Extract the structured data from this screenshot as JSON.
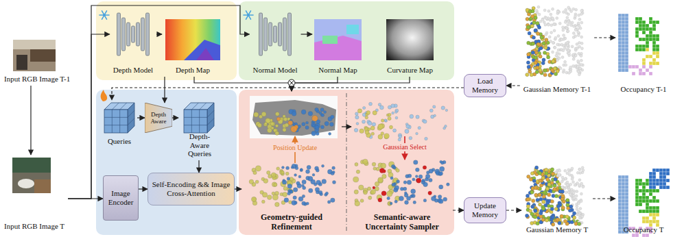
{
  "diagram": {
    "nodes": [
      {
        "text": [
          "Input RGB Image T-1"
        ]
      },
      {
        "text": [
          "Depth Model"
        ]
      },
      {
        "text": [
          "Depth Map"
        ]
      },
      {
        "text": [
          "Normal Model"
        ]
      },
      {
        "text": [
          "Normal Map"
        ]
      },
      {
        "text": [
          "Curvature Map"
        ]
      },
      {
        "text": [
          "Load Memory"
        ]
      },
      {
        "text": [
          "Gaussian Memory T-1"
        ]
      },
      {
        "text": [
          "Occupancy T-1"
        ]
      },
      {
        "text": [
          "Queries"
        ]
      },
      {
        "text": [
          "Depth Aware"
        ]
      },
      {
        "text": [
          "Depth-Aware Queries"
        ]
      },
      {
        "text": [
          "Input RGB Image T"
        ]
      },
      {
        "text": [
          "Image Encoder"
        ]
      },
      {
        "text": [
          "Self-Encoding && Image Cross-Attention"
        ]
      },
      {
        "text": [
          "Geometry-guided Refinement"
        ]
      },
      {
        "text": [
          "Semantic-aware Uncertainty Sampler"
        ]
      },
      {
        "text": [
          "Update Memory"
        ]
      },
      {
        "text": [
          "Gaussian Memory T"
        ]
      },
      {
        "text": [
          "Occupancy T"
        ]
      }
    ],
    "edges": [
      {
        "from": 0,
        "to": 12,
        "arrow": "to"
      },
      {
        "from": 12,
        "to": 1,
        "arrow": "to"
      },
      {
        "from": 12,
        "to": 3,
        "arrow": "to"
      },
      {
        "from": 1,
        "to": 2,
        "arrow": "to"
      },
      {
        "from": 3,
        "to": 4,
        "arrow": "to"
      },
      {
        "from": 2,
        "to": 10,
        "arrow": "to"
      },
      {
        "from": 2,
        "to": 15,
        "arrow": "to"
      },
      {
        "from": 4,
        "to": 15,
        "arrow": "to"
      },
      {
        "from": 5,
        "to": 15,
        "arrow": "to"
      },
      {
        "from": 7,
        "to": 6,
        "arrow": "to"
      },
      {
        "from": 7,
        "to": 8,
        "arrow": "to"
      },
      {
        "from": 6,
        "to": 9,
        "arrow": "to"
      },
      {
        "from": 9,
        "to": 10,
        "arrow": "to"
      },
      {
        "from": 10,
        "to": 11,
        "arrow": "to"
      },
      {
        "from": 11,
        "to": 14,
        "arrow": "to"
      },
      {
        "from": 12,
        "to": 13,
        "arrow": "to"
      },
      {
        "from": 13,
        "to": 14,
        "arrow": "to"
      },
      {
        "from": 14,
        "to": 15,
        "arrow": "to"
      },
      {
        "from": 15,
        "to": 16,
        "arrow": "to"
      },
      {
        "from": 16,
        "to": 17,
        "arrow": "to"
      },
      {
        "from": 17,
        "to": 18,
        "arrow": "to"
      },
      {
        "from": 18,
        "to": 19,
        "arrow": "to"
      }
    ],
    "labels": [
      "Position Update",
      "Gaussian Select"
    ]
  }
}
